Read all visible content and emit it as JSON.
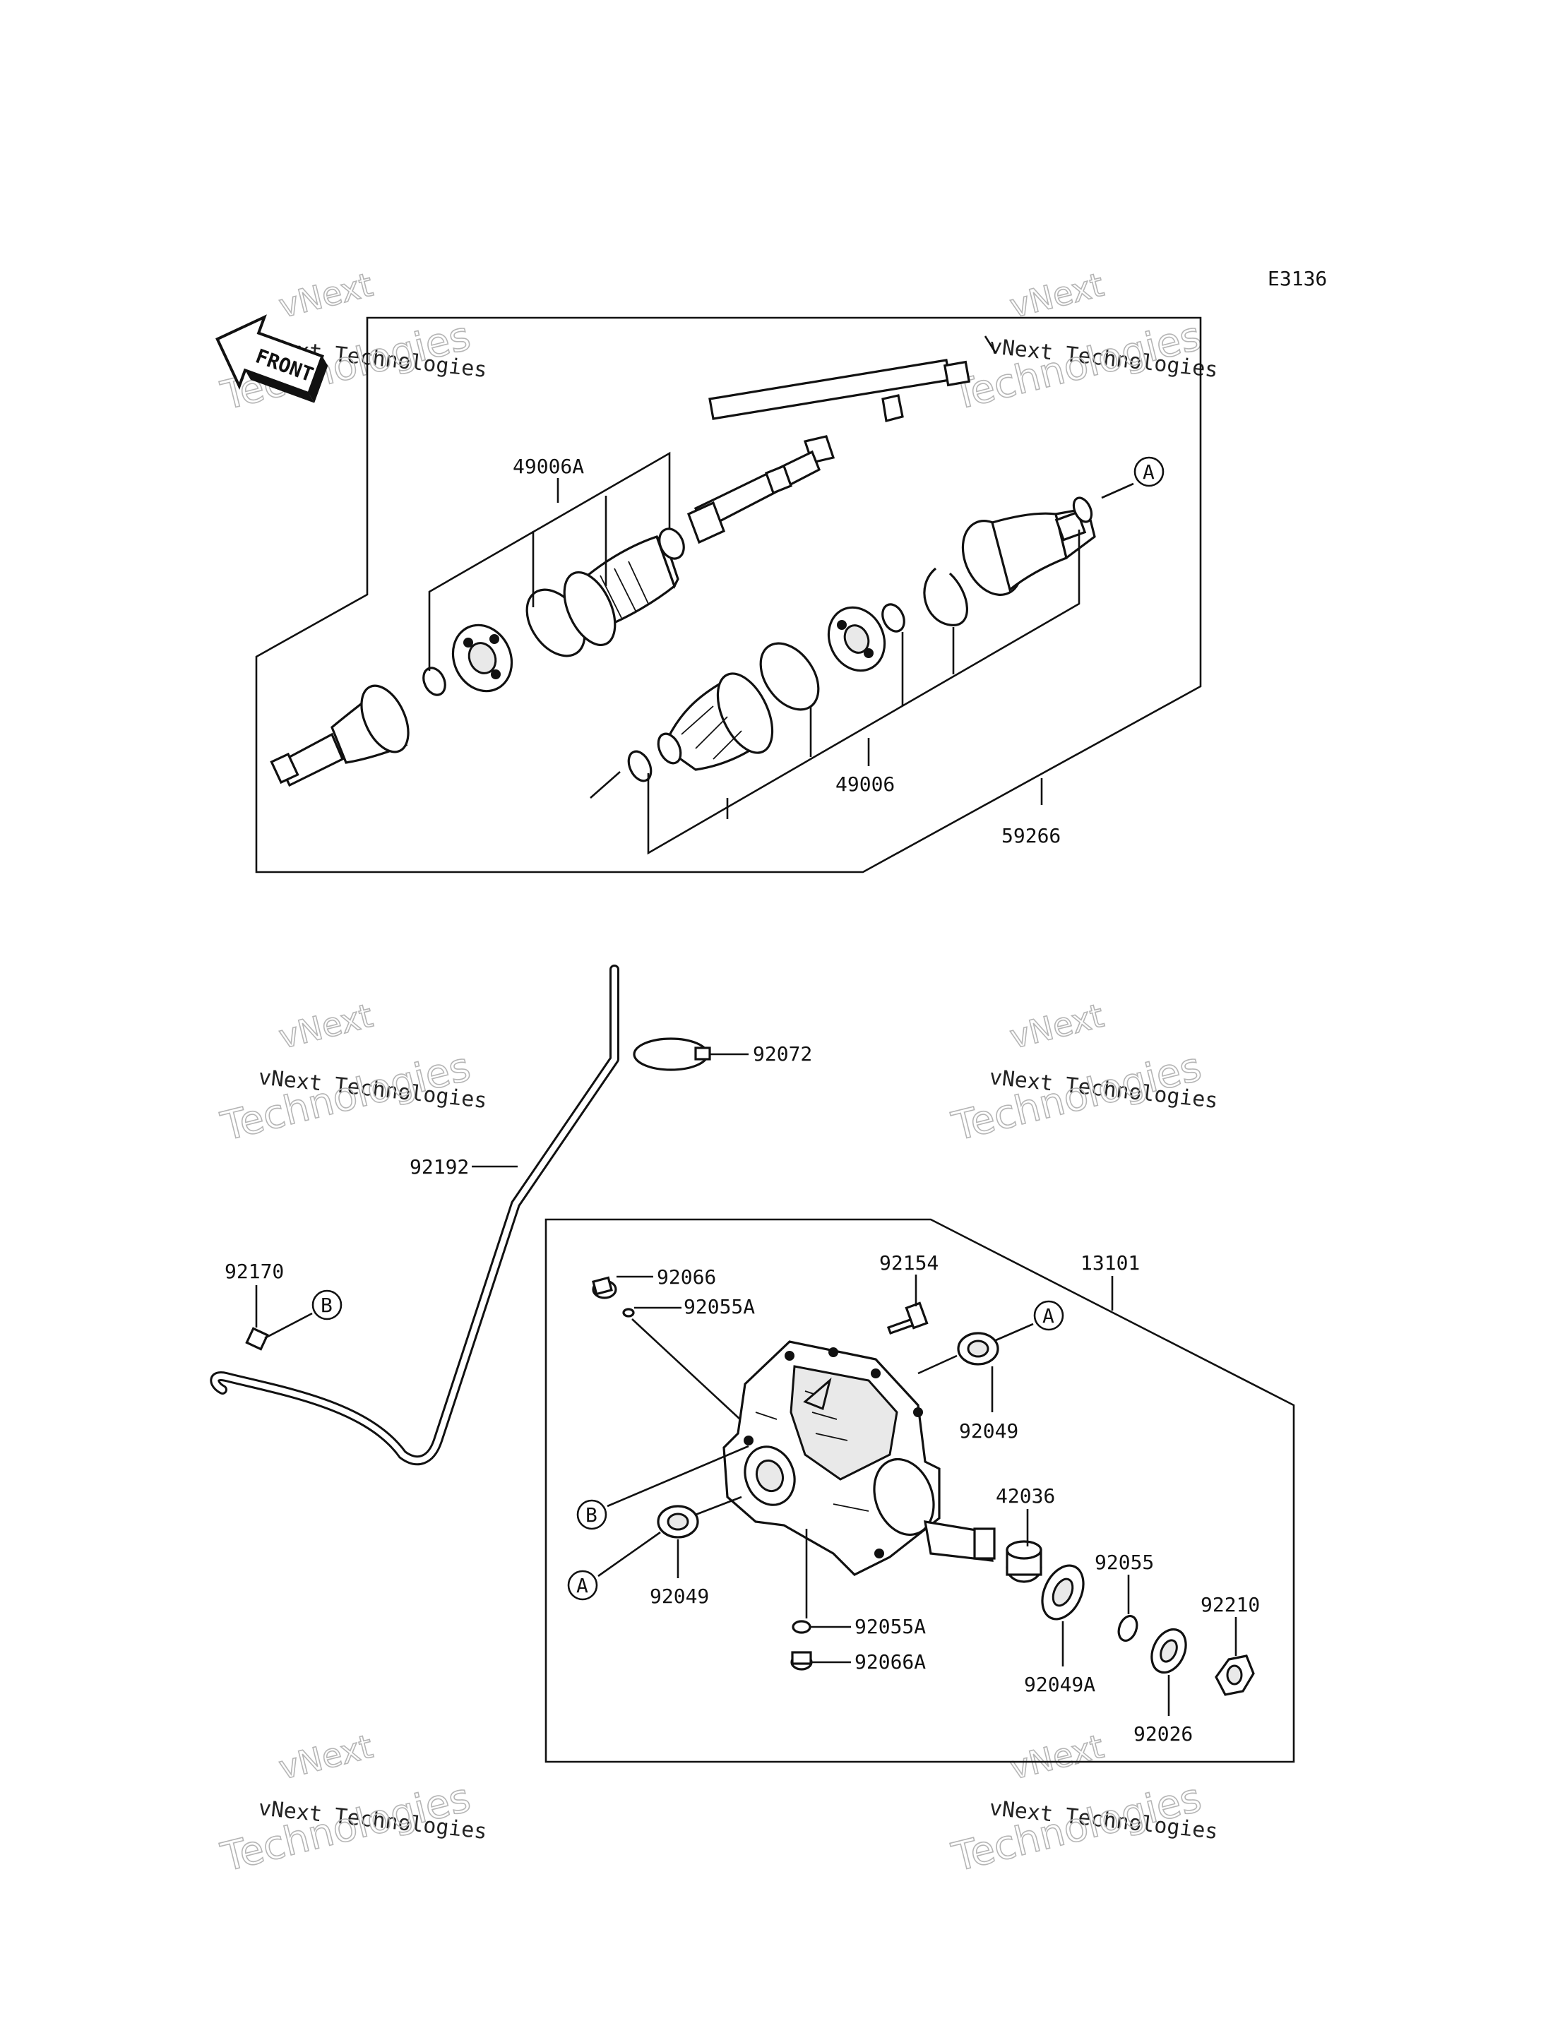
{
  "diagram": {
    "code": "E3136",
    "front_label": "FRONT",
    "watermark": {
      "line1": "vNext Technologies",
      "line2": "Technologies",
      "line3": "vNext"
    },
    "callouts": {
      "A": "A",
      "B": "B"
    },
    "parts": {
      "p49006A": "49006A",
      "p49006": "49006",
      "p59266": "59266",
      "p92072": "92072",
      "p92192": "92192",
      "p92170": "92170",
      "p92066": "92066",
      "p92055A_top": "92055A",
      "p92154": "92154",
      "p13101": "13101",
      "p92049_right": "92049",
      "p92049_left": "92049",
      "p42036": "42036",
      "p92055": "92055",
      "p92210": "92210",
      "p92055A_bottom": "92055A",
      "p92066A": "92066A",
      "p92049A": "92049A",
      "p92026": "92026"
    }
  }
}
